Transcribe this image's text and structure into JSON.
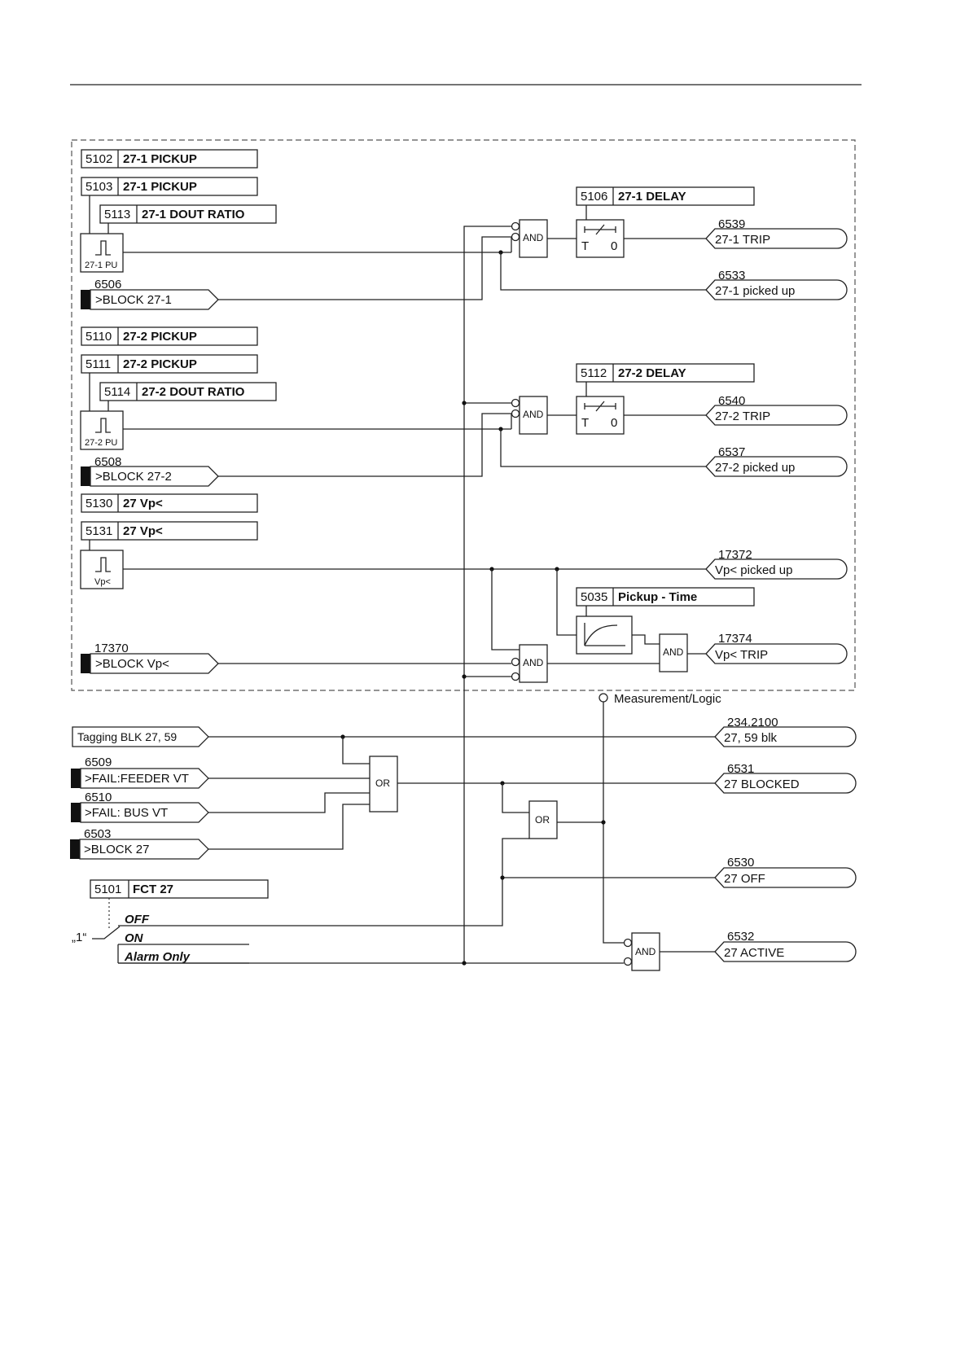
{
  "settings": {
    "s5102": {
      "num": "5102",
      "name": "27-1 PICKUP"
    },
    "s5103": {
      "num": "5103",
      "name": "27-1 PICKUP"
    },
    "s5113": {
      "num": "5113",
      "name": "27-1 DOUT RATIO"
    },
    "s5110": {
      "num": "5110",
      "name": "27-2 PICKUP"
    },
    "s5111": {
      "num": "5111",
      "name": "27-2 PICKUP"
    },
    "s5114": {
      "num": "5114",
      "name": "27-2 DOUT RATIO"
    },
    "s5130": {
      "num": "5130",
      "name": "27 Vp<"
    },
    "s5131": {
      "num": "5131",
      "name": "27 Vp<"
    },
    "s5106": {
      "num": "5106",
      "name": "27-1 DELAY"
    },
    "s5112": {
      "num": "5112",
      "name": "27-2 DELAY"
    },
    "s5035": {
      "num": "5035",
      "name": "Pickup - Time"
    },
    "s5101": {
      "num": "5101",
      "name": "FCT 27"
    }
  },
  "inputs": {
    "i6506": {
      "num": "6506",
      "label": ">BLOCK 27-1"
    },
    "i6508": {
      "num": "6508",
      "label": ">BLOCK 27-2"
    },
    "i17370": {
      "num": "17370",
      "label": ">BLOCK Vp<"
    },
    "tagging": {
      "label": "Tagging BLK 27, 59"
    },
    "i6509": {
      "num": "6509",
      "label": ">FAIL:FEEDER VT"
    },
    "i6510": {
      "num": "6510",
      "label": ">FAIL: BUS VT"
    },
    "i6503": {
      "num": "6503",
      "label": ">BLOCK 27"
    }
  },
  "outputs": {
    "o6539": {
      "num": "6539",
      "label": "27-1 TRIP"
    },
    "o6533": {
      "num": "6533",
      "label": "27-1 picked up"
    },
    "o6540": {
      "num": "6540",
      "label": "27-2 TRIP"
    },
    "o6537": {
      "num": "6537",
      "label": "27-2 picked up"
    },
    "o17372": {
      "num": "17372",
      "label": "Vp< picked up"
    },
    "o17374": {
      "num": "17374",
      "label": "Vp< TRIP"
    },
    "o234": {
      "num": "234.2100",
      "label": "27, 59 blk"
    },
    "o6531": {
      "num": "6531",
      "label": "27 BLOCKED"
    },
    "o6530": {
      "num": "6530",
      "label": "27 OFF"
    },
    "o6532": {
      "num": "6532",
      "label": "27 ACTIVE"
    }
  },
  "gates": {
    "and": "AND",
    "or": "OR"
  },
  "pickup_blocks": {
    "pu1": "27-1 PU",
    "pu2": "27-2 PU",
    "pu3": "Vp<"
  },
  "timers": {
    "t": "T",
    "zero": "0"
  },
  "measurement": "Measurement/Logic",
  "switch": {
    "one": "„1“",
    "off": "OFF",
    "on": "ON",
    "alarm": "Alarm Only"
  }
}
